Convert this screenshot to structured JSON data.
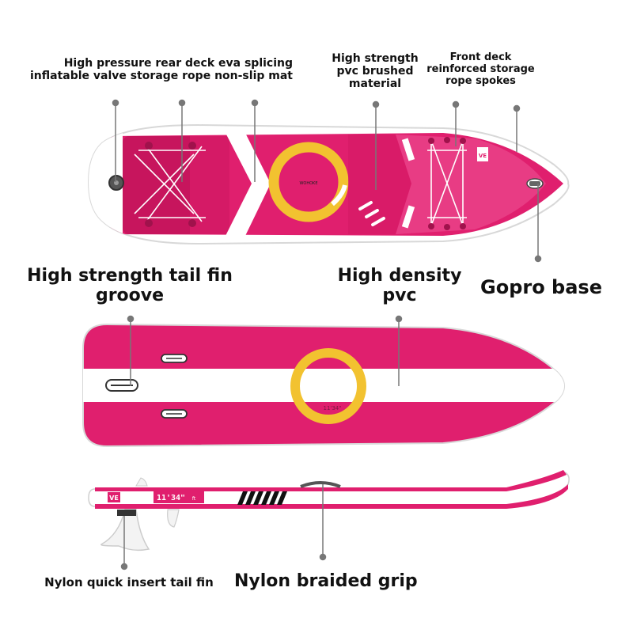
{
  "labels": {
    "rear_deck_line1": "High pressure rear deck eva splicing",
    "rear_deck_line2": "inflatable valve storage rope non-slip mat",
    "pvc_brushed_line1": "High strength",
    "pvc_brushed_line2": "pvc brushed",
    "pvc_brushed_line3": "material",
    "front_deck_line1": "Front deck",
    "front_deck_line2": "reinforced storage",
    "front_deck_line3": "rope spokes",
    "tail_fin_groove_line1": "High strength tail fin",
    "tail_fin_groove_line2": "groove",
    "density_line1": "High density",
    "density_line2": "pvc",
    "gopro": "Gopro base",
    "quick_fin": "Nylon quick insert tail fin",
    "grip": "Nylon braided grip"
  },
  "board_text": {
    "side_length": "11'34\"",
    "side_length_unit": "ft",
    "logo": "VE",
    "deck_brand": "WOHOKE",
    "bottom_print": "11'34\""
  },
  "colors": {
    "board_pink": "#e01f6e",
    "board_white": "#ffffff",
    "ring_yellow": "#f2c230",
    "pointer_gray": "#777777"
  }
}
